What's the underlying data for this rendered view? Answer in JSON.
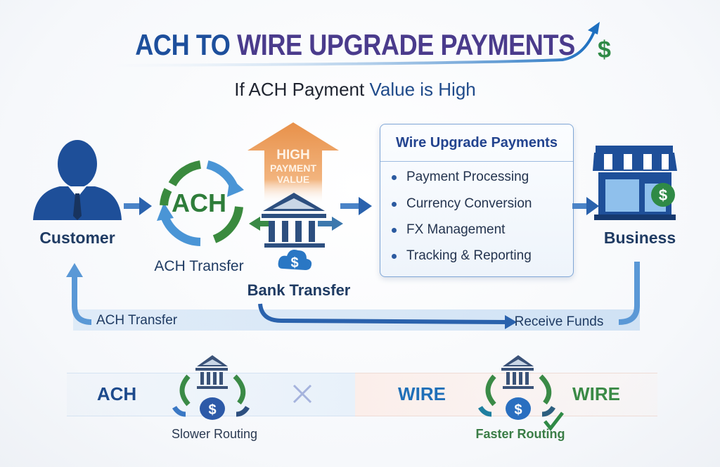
{
  "title": {
    "part1": "ACH TO",
    "part2": "WIRE UPGRADE PAYMENTS"
  },
  "subtitle": {
    "part1": "If ACH Payment",
    "part2": "Value is High"
  },
  "nodes": {
    "customer": "Customer",
    "ach_cycle_text": "ACH",
    "ach_transfer": "ACH Transfer",
    "high_value": {
      "line1": "HIGH",
      "line2": "PAYMENT",
      "line3": "VALUE"
    },
    "bank_transfer": "Bank Transfer",
    "business": "Business"
  },
  "wire_box": {
    "title": "Wire Upgrade Payments",
    "items": [
      "Payment Processing",
      "Currency Conversion",
      "FX Management",
      "Tracking & Reporting"
    ]
  },
  "loop": {
    "left_label": "ACH Transfer",
    "right_label": "Receive Funds"
  },
  "comparison": {
    "ach_label": "ACH",
    "ach_caption": "Slower Routing",
    "wire_label_left": "WIRE",
    "wire_label_right": "WIRE",
    "wire_caption": "Faster Routing"
  },
  "colors": {
    "navy": "#1d4f9c",
    "purple": "#4a3b8c",
    "green": "#2f8a46",
    "orange": "#e8914a"
  }
}
